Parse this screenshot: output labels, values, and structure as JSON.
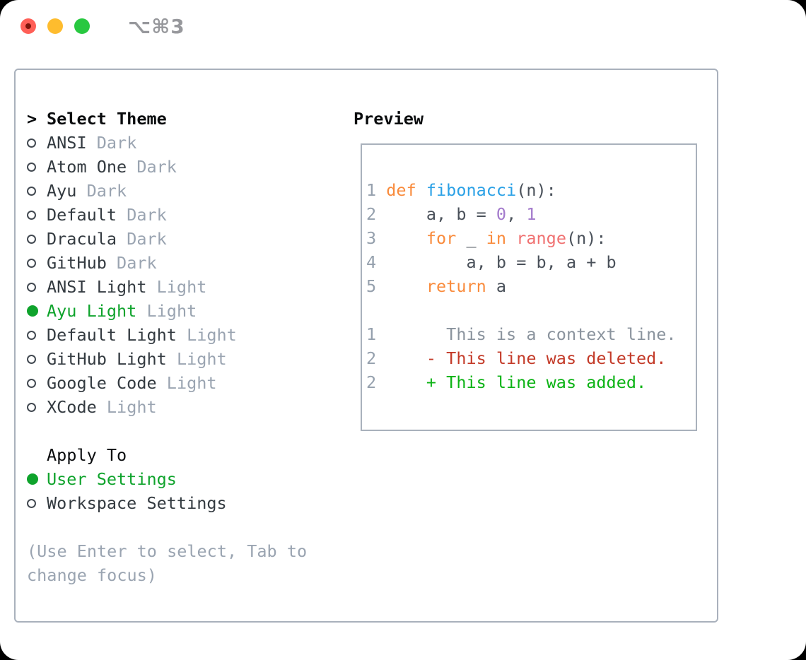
{
  "window": {
    "shortcut_label": "⌥⌘3"
  },
  "colors": {
    "accent_green": "#0FA32C",
    "keyword_orange": "#F98B3C",
    "function_blue": "#2BA1E6",
    "builtin_red": "#F07171",
    "number_purple": "#A37ACC",
    "diff_deleted_red": "#C33A28",
    "diff_added_green": "#0CB315",
    "border_gray": "#A9B1BC",
    "muted_gray": "#9AA4B1"
  },
  "theme_list": {
    "prompt": ">",
    "header": "Select Theme",
    "items": [
      {
        "name": "ANSI",
        "variant": "Dark",
        "selected": false
      },
      {
        "name": "Atom One",
        "variant": "Dark",
        "selected": false
      },
      {
        "name": "Ayu",
        "variant": "Dark",
        "selected": false
      },
      {
        "name": "Default",
        "variant": "Dark",
        "selected": false
      },
      {
        "name": "Dracula",
        "variant": "Dark",
        "selected": false
      },
      {
        "name": "GitHub",
        "variant": "Dark",
        "selected": false
      },
      {
        "name": "ANSI Light",
        "variant": "Light",
        "selected": false
      },
      {
        "name": "Ayu Light",
        "variant": "Light",
        "selected": true
      },
      {
        "name": "Default Light",
        "variant": "Light",
        "selected": false
      },
      {
        "name": "GitHub Light",
        "variant": "Light",
        "selected": false
      },
      {
        "name": "Google Code",
        "variant": "Light",
        "selected": false
      },
      {
        "name": "XCode",
        "variant": "Light",
        "selected": false
      }
    ]
  },
  "apply_to": {
    "header": "Apply To",
    "options": [
      {
        "label": "User Settings",
        "selected": true
      },
      {
        "label": "Workspace Settings",
        "selected": false
      }
    ]
  },
  "help_text": "(Use Enter to select, Tab to change focus)",
  "preview": {
    "header": "Preview",
    "code_lines": [
      {
        "number": "1",
        "tokens": [
          {
            "text": "def",
            "type": "keyword"
          },
          {
            "text": " ",
            "type": "plain"
          },
          {
            "text": "fibonacci",
            "type": "function"
          },
          {
            "text": "(n):",
            "type": "plain"
          }
        ]
      },
      {
        "number": "2",
        "tokens": [
          {
            "text": "    a, b = ",
            "type": "plain"
          },
          {
            "text": "0",
            "type": "number"
          },
          {
            "text": ", ",
            "type": "plain"
          },
          {
            "text": "1",
            "type": "number"
          }
        ]
      },
      {
        "number": "3",
        "tokens": [
          {
            "text": "    ",
            "type": "plain"
          },
          {
            "text": "for",
            "type": "keyword"
          },
          {
            "text": " _ ",
            "type": "plain"
          },
          {
            "text": "in",
            "type": "keyword"
          },
          {
            "text": " ",
            "type": "plain"
          },
          {
            "text": "range",
            "type": "builtin"
          },
          {
            "text": "(n):",
            "type": "plain"
          }
        ]
      },
      {
        "number": "4",
        "tokens": [
          {
            "text": "        a, b = b, a + b",
            "type": "plain"
          }
        ]
      },
      {
        "number": "5",
        "tokens": [
          {
            "text": "    ",
            "type": "plain"
          },
          {
            "text": "return",
            "type": "keyword"
          },
          {
            "text": " a",
            "type": "plain"
          }
        ]
      }
    ],
    "diff_lines": [
      {
        "number": "1",
        "type": "context",
        "text": "      This is a context line."
      },
      {
        "number": "2",
        "type": "deleted",
        "text": "    - This line was deleted."
      },
      {
        "number": "2",
        "type": "added",
        "text": "    + This line was added."
      }
    ]
  }
}
